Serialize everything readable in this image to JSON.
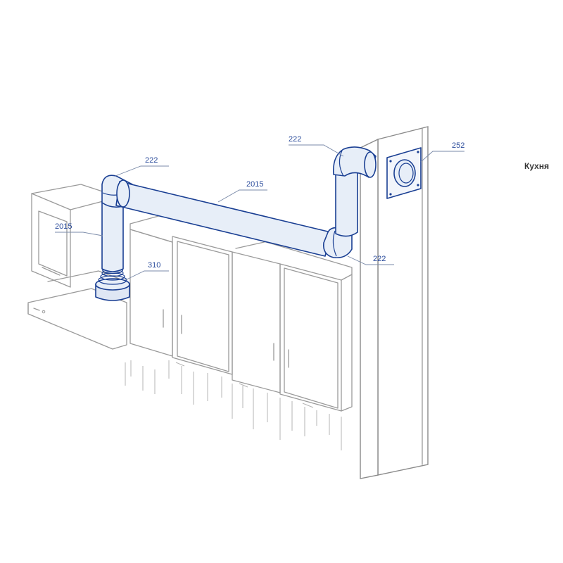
{
  "room_label": "Кухня",
  "callouts": {
    "elbow_left": "222",
    "duct_horizontal": "2015",
    "duct_vertical_left": "2015",
    "adapter_hood": "310",
    "elbow_top_right": "222",
    "grille": "252",
    "elbow_bottom_right": "222"
  },
  "colors": {
    "duct_stroke": "#1a3f93",
    "callout_text": "#2a4b9b",
    "line_art": "#9a9a9a"
  }
}
